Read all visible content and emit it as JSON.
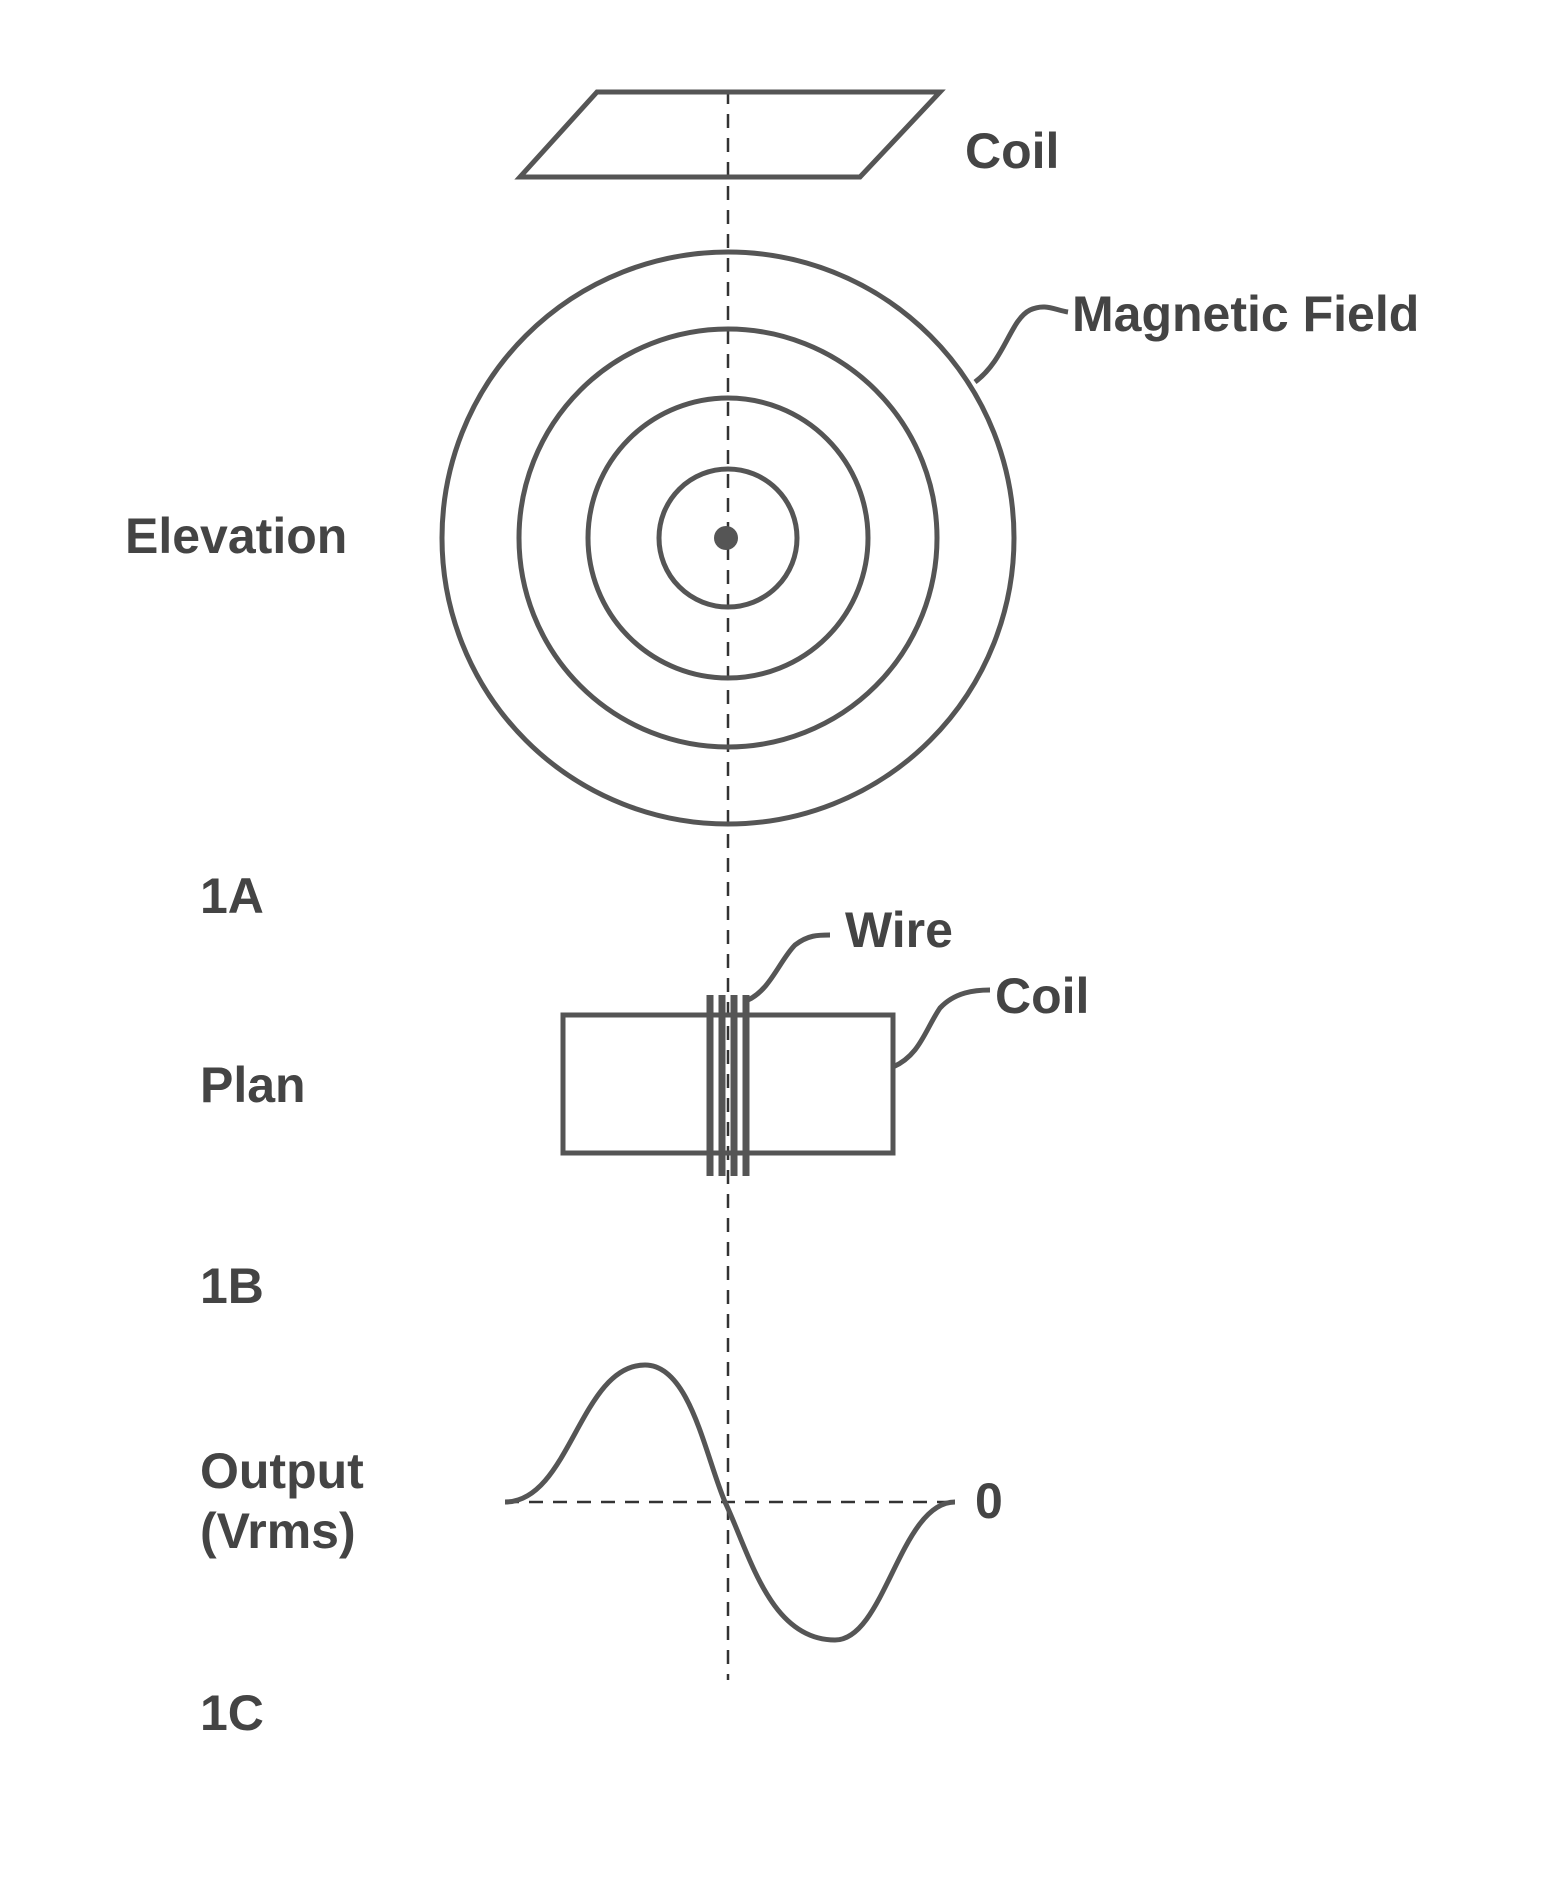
{
  "labels": {
    "coil_top": "Coil",
    "magnetic_field": "Magnetic Field",
    "elevation": "Elevation",
    "fig_1a": "1A",
    "wire": "Wire",
    "coil_plan": "Coil",
    "plan": "Plan",
    "fig_1b": "1B",
    "output_line1": "Output",
    "output_line2": "(Vrms)",
    "zero": "0",
    "fig_1c": "1C"
  },
  "colors": {
    "line": "#555555",
    "text": "#444444",
    "background": "#ffffff"
  }
}
